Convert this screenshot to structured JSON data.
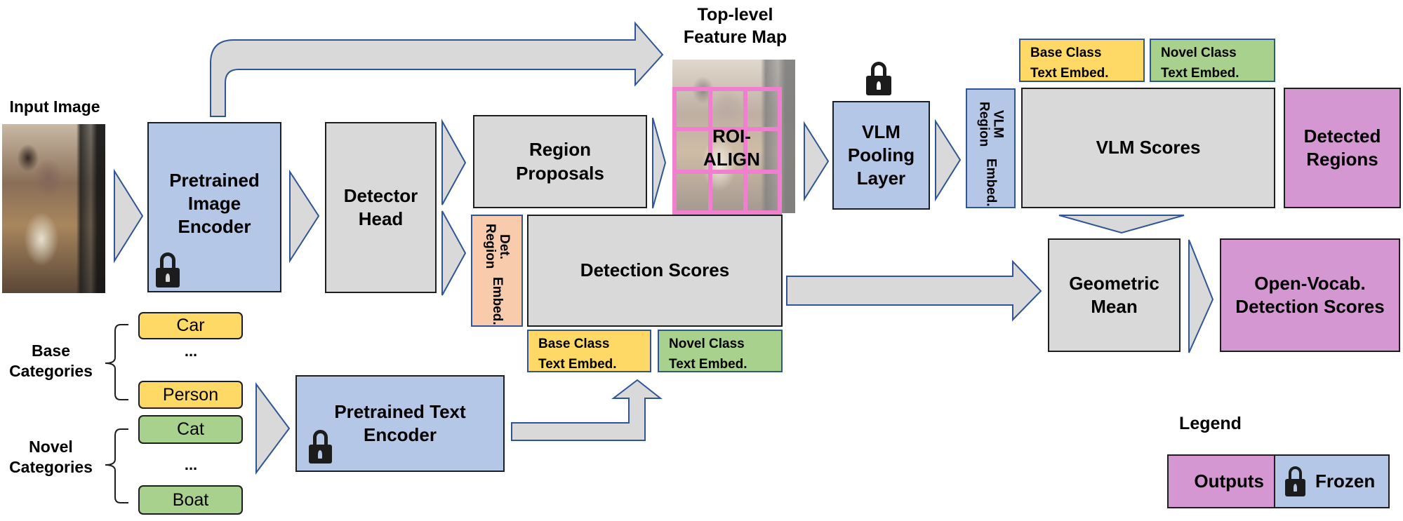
{
  "diagram": {
    "input_image_label": "Input Image",
    "feature_map_label": [
      "Top-level",
      "Feature Map"
    ],
    "roi_align_label": [
      "ROI-",
      "ALIGN"
    ],
    "nodes": {
      "image_encoder": [
        "Pretrained",
        "Image",
        "Encoder"
      ],
      "detector_head": [
        "Detector",
        "Head"
      ],
      "region_proposals": [
        "Region",
        "Proposals"
      ],
      "det_region_embed": [
        "Det. Region",
        "Embed."
      ],
      "detection_scores": "Detection Scores",
      "det_base_text_embed": [
        "Base Class",
        "Text Embed."
      ],
      "det_novel_text_embed": [
        "Novel Class",
        "Text Embed."
      ],
      "vlm_pooling": [
        "VLM",
        "Pooling",
        "Layer"
      ],
      "vlm_region_embed": [
        "VLM Region",
        "Embed."
      ],
      "vlm_scores": "VLM Scores",
      "vlm_base_text_embed": [
        "Base Class",
        "Text Embed."
      ],
      "vlm_novel_text_embed": [
        "Novel Class",
        "Text Embed."
      ],
      "detected_regions": [
        "Detected",
        "Regions"
      ],
      "geometric_mean": [
        "Geometric",
        "Mean"
      ],
      "open_vocab_scores": [
        "Open-Vocab.",
        "Detection Scores"
      ],
      "text_encoder": [
        "Pretrained Text",
        "Encoder"
      ]
    },
    "categories": {
      "base": {
        "label": [
          "Base",
          "Categories"
        ],
        "items": [
          "Car",
          "...",
          "Person"
        ]
      },
      "novel": {
        "label": [
          "Novel",
          "Categories"
        ],
        "items": [
          "Cat",
          "...",
          "Boat"
        ]
      }
    },
    "legend": {
      "title": "Legend",
      "outputs": "Outputs",
      "frozen": "Frozen"
    },
    "frozen_components": [
      "Pretrained Image Encoder",
      "VLM Pooling Layer",
      "Pretrained Text Encoder"
    ],
    "colors": {
      "frozen": "#b4c7e7",
      "outputs": "#d597d1",
      "neutral": "#d9d9d9",
      "base_class": "#ffd966",
      "novel_class": "#a9d18e",
      "det_embed": "#f8cbad",
      "roi_grid": "#f07fcf",
      "arrow_stroke": "#2f5597"
    }
  }
}
